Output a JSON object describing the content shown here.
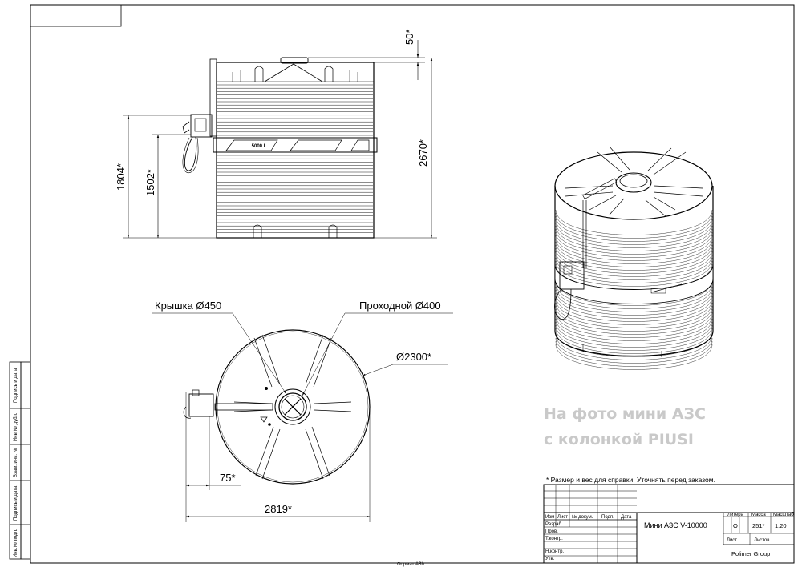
{
  "dimensions": {
    "dim_50": "50*",
    "dim_2670": "2670*",
    "dim_1804": "1804*",
    "dim_1502": "1502*",
    "dim_75": "75*",
    "dim_2819": "2819*",
    "dim_2300": "Ø2300*"
  },
  "callouts": {
    "lid": "Крышка Ø450",
    "manhole": "Проходной Ø400"
  },
  "photo_caption": {
    "line1": "На фото мини АЗС",
    "line2": "с колонкой PIUSI"
  },
  "tank_label": "5000 L",
  "note": "* Размер и вес для справки. Уточнять перед заказом.",
  "title_block": {
    "designation": "Мини АЗС V-10000",
    "col_izm": "Изм",
    "col_list": "Лист",
    "col_doc": "№ докум.",
    "col_sign": "Подп.",
    "col_date": "Дата",
    "row_razrab": "Разраб.",
    "row_prov": "Пров.",
    "row_tkontr": "Т.контр.",
    "row_nkontr": "Н.контр.",
    "row_utv": "Утв.",
    "litera_label": "Литера",
    "mass_label": "Масса",
    "scale_label": "Масштаб",
    "litera_value": "О",
    "mass_value": "251*",
    "scale_value": "1:20",
    "sheet_label": "Лист",
    "sheets_label": "Листов",
    "company": "Polimer Group"
  },
  "side_stamp": {
    "podp_data_1": "Подпись и дата",
    "inv_dubl": "Инв.№ дубл.",
    "vzam_inv": "Взам. инв. №",
    "podp_data_2": "Подпись и дата",
    "inv_podl": "Инв.№ подл."
  },
  "format": "Формат АЗh"
}
